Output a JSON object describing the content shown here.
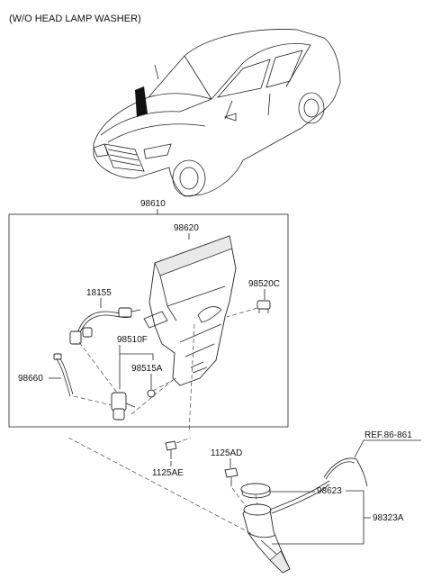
{
  "header": {
    "note": "(W/O HEAD LAMP WASHER)"
  },
  "labels": {
    "assembly": "98610",
    "reservoir": "98620",
    "cap_sensor": "98520C",
    "harness": "18155",
    "pump": "98510F",
    "grommet": "98515A",
    "hose": "98660",
    "bolt_a": "1125AE",
    "bolt_b": "1125AD",
    "reference": "REF.86-861",
    "filler_cap": "98623",
    "filler_neck": "98323A"
  }
}
